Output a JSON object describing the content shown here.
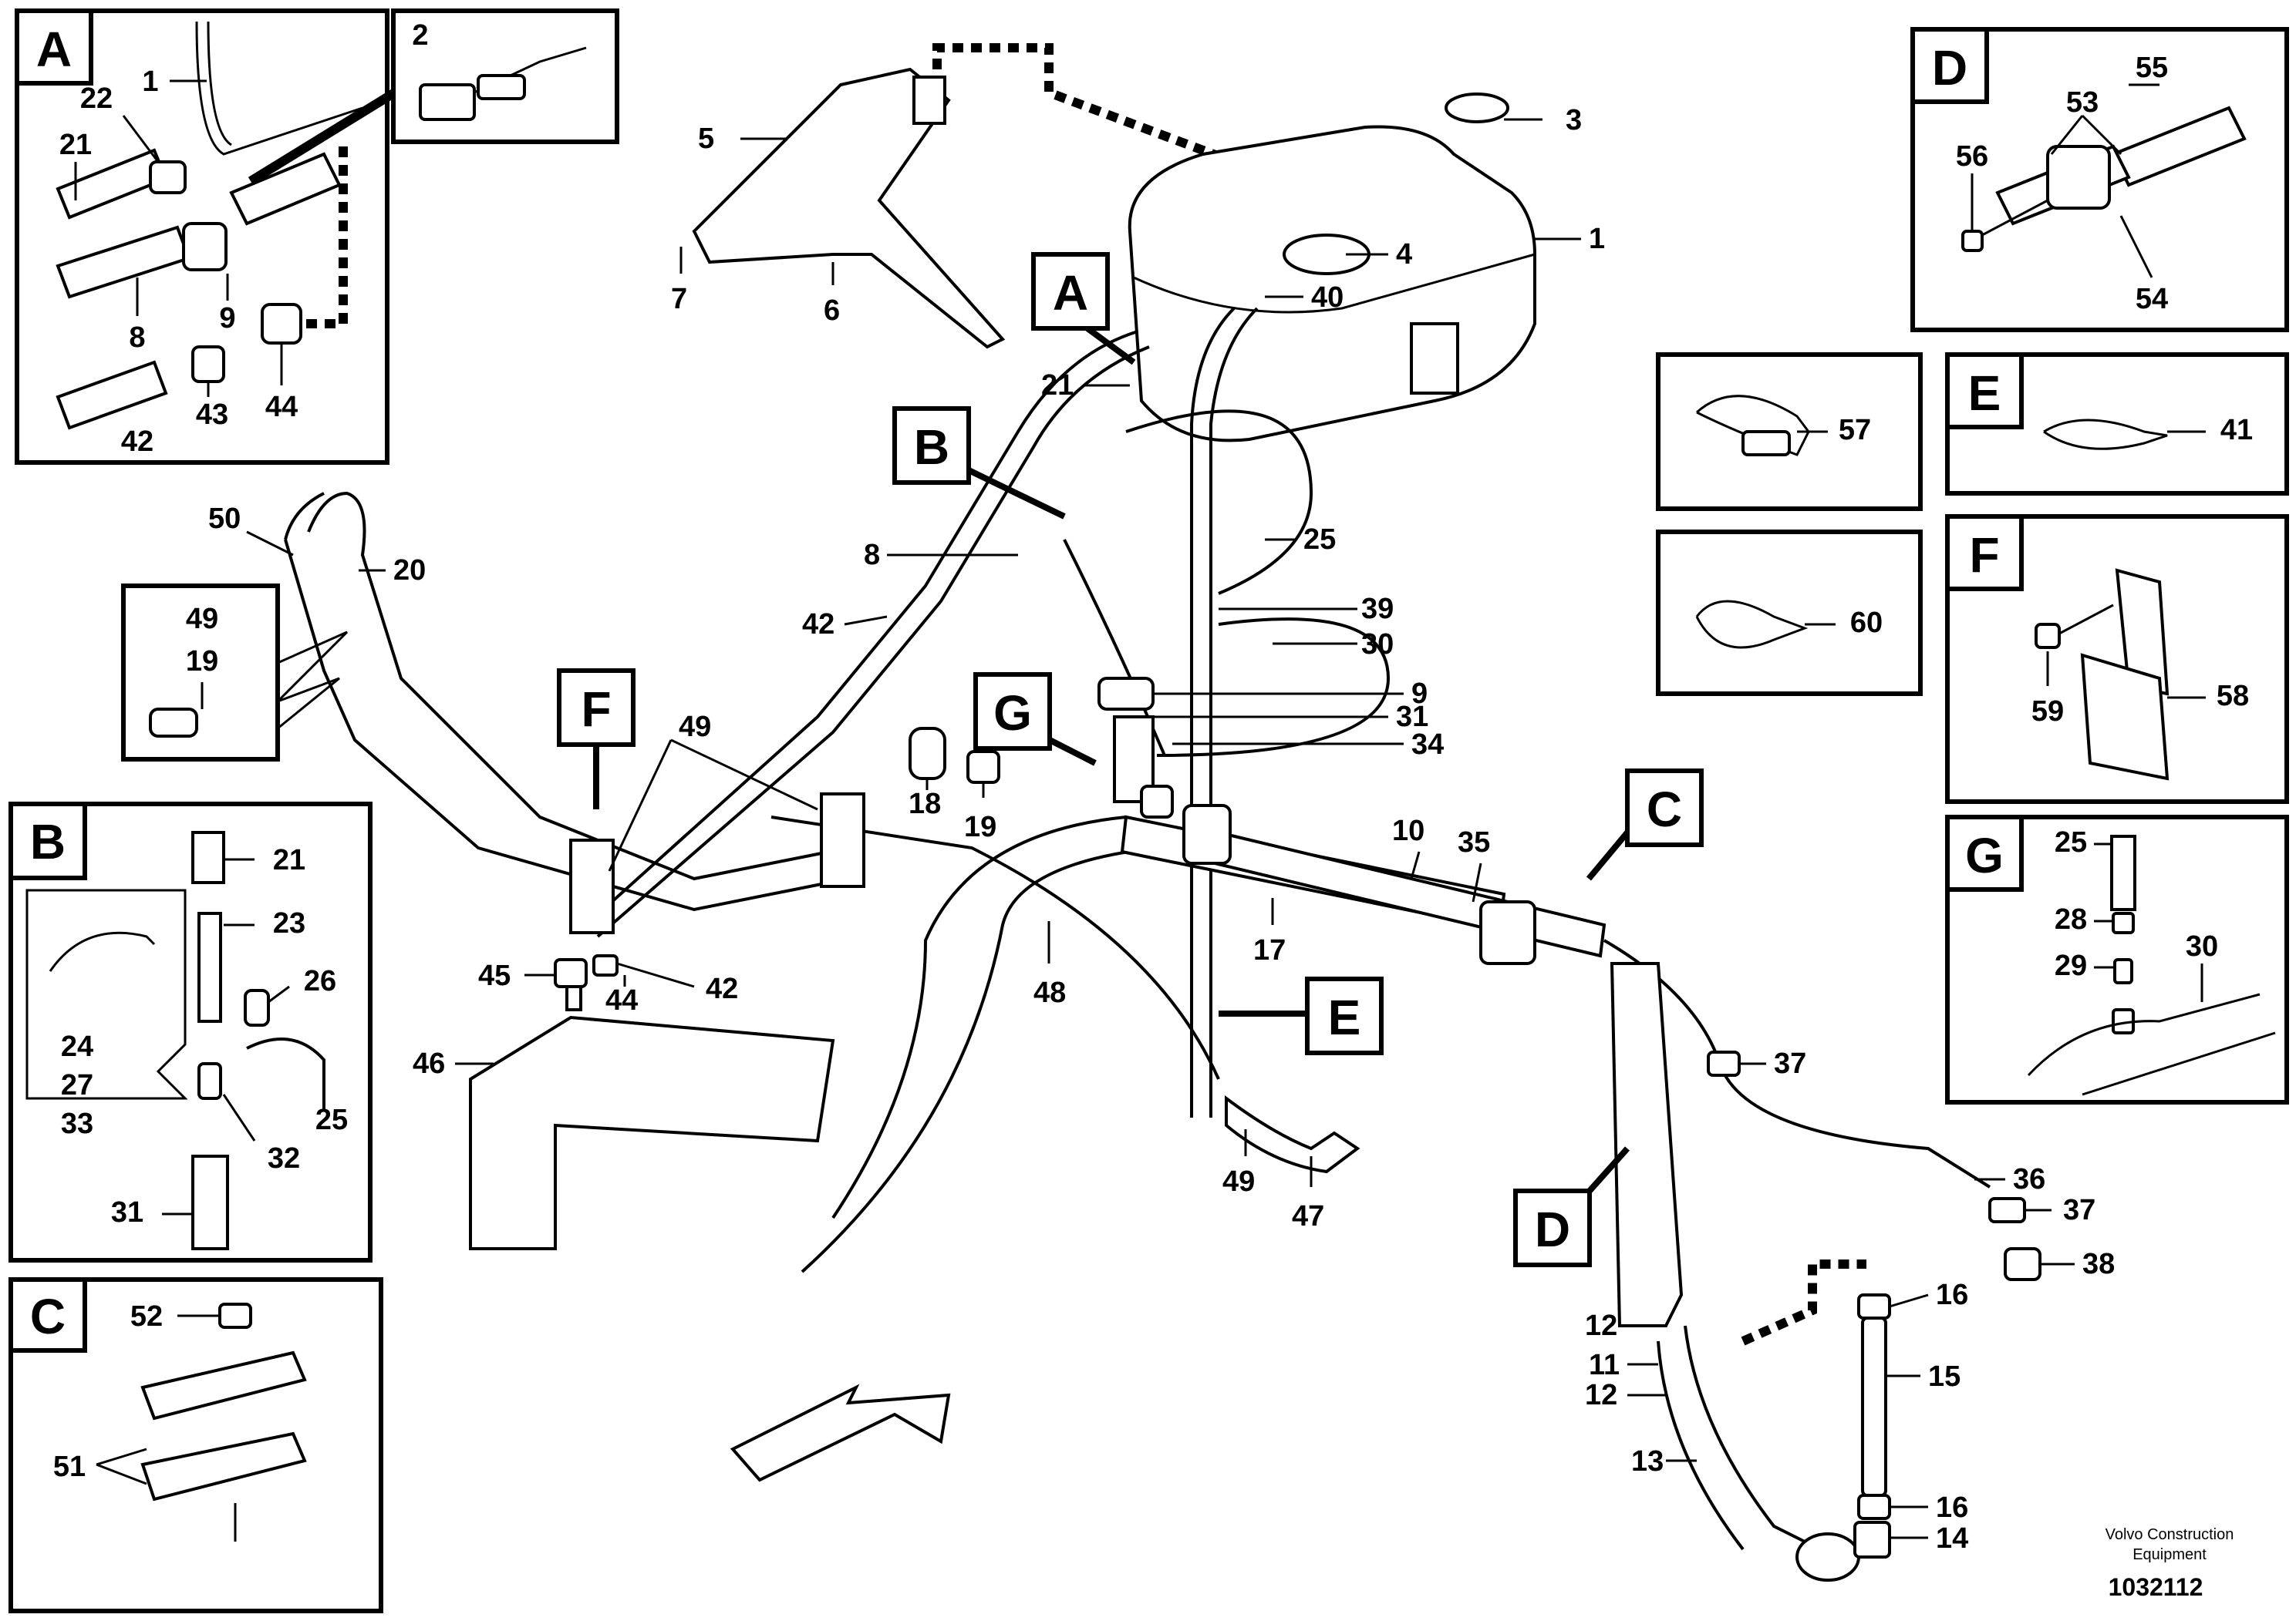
{
  "footer": {
    "brand_line1": "Volvo Construction",
    "brand_line2": "Equipment",
    "drawing_number": "1032112"
  },
  "detail_views": {
    "A": {
      "letter": "A",
      "labels": [
        "1",
        "22",
        "21",
        "9",
        "8",
        "43",
        "44",
        "42"
      ]
    },
    "B": {
      "letter": "B",
      "labels": [
        "21",
        "23",
        "26",
        "24",
        "27",
        "33",
        "32",
        "25",
        "31"
      ]
    },
    "C": {
      "letter": "C",
      "labels": [
        "52",
        "51"
      ]
    },
    "D": {
      "letter": "D",
      "labels": [
        "55",
        "53",
        "56",
        "54"
      ]
    },
    "E": {
      "letter": "E",
      "labels": [
        "41"
      ]
    },
    "F": {
      "letter": "F",
      "labels": [
        "59",
        "58"
      ]
    },
    "G": {
      "letter": "G",
      "labels": [
        "25",
        "28",
        "29",
        "30"
      ]
    },
    "box_2": {
      "labels": [
        "2"
      ]
    },
    "box_57": {
      "labels": [
        "57"
      ]
    },
    "box_60": {
      "labels": [
        "60"
      ]
    },
    "box_49_19": {
      "labels": [
        "49",
        "19"
      ]
    }
  },
  "main_labels": [
    "3",
    "5",
    "4",
    "1",
    "7",
    "6",
    "40",
    "21",
    "25",
    "8",
    "39",
    "42",
    "30",
    "9",
    "31",
    "34",
    "50",
    "20",
    "49",
    "18",
    "19",
    "10",
    "35",
    "17",
    "45",
    "44",
    "42",
    "48",
    "46",
    "37",
    "36",
    "49",
    "47",
    "37",
    "38",
    "16",
    "12",
    "11",
    "15",
    "12",
    "13",
    "16",
    "14"
  ],
  "callout_letters": [
    "A",
    "B",
    "F",
    "G",
    "C",
    "E",
    "D"
  ]
}
